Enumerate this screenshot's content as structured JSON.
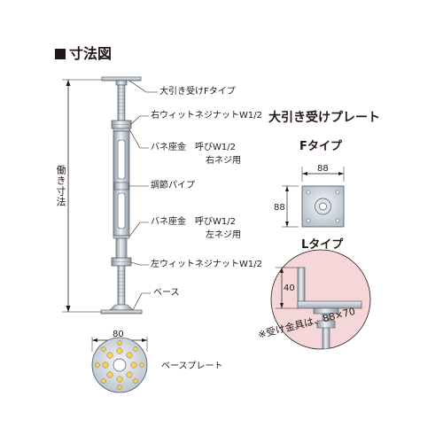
{
  "title": "寸法図",
  "dimension_label_vertical": "働き寸法",
  "callouts": {
    "top_plate": "大引き受けFタイプ",
    "upper_nut": "右ウィットネジナットW1/2",
    "upper_spring_line1": "バネ座金　呼びW1/2",
    "upper_spring_line2": "右ネジ用",
    "adjust_pipe": "調節パイプ",
    "lower_spring_line1": "バネ座金　呼びW1/2",
    "lower_spring_line2": "左ネジ用",
    "lower_nut": "左ウィットネジナットW1/2",
    "base": "ベース"
  },
  "base_plate": {
    "width_label": "80",
    "caption": "ベースプレート"
  },
  "receiving_plate": {
    "heading": "大引き受けプレート",
    "f_type": {
      "label": "Fタイプ",
      "width_label": "88",
      "height_label": "88"
    },
    "l_type": {
      "label": "Lタイプ",
      "height_label": "40",
      "note": "※受け金具は、88×70"
    }
  },
  "colors": {
    "line": "#231815",
    "metal_light": "#e7ebf0",
    "metal_mid": "#b5bfc9",
    "metal_dark": "#7d8894",
    "hole_yellow": "#f4d35e",
    "detail_pink": "#f6d7d9"
  }
}
